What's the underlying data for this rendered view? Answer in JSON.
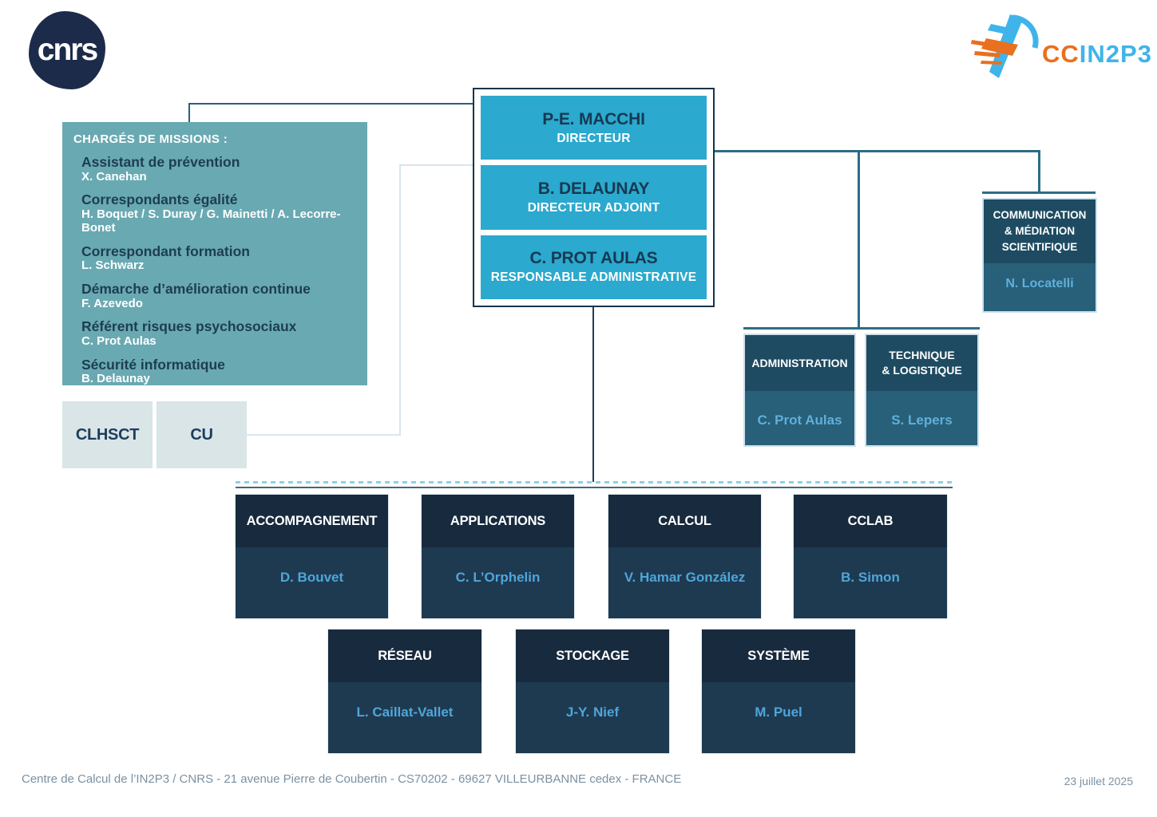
{
  "colors": {
    "cyan": "#2ba9ce",
    "teal": "#69a9b2",
    "navy": "#1b3a52",
    "dept_header": "#1e4b61",
    "dept_body": "#286079",
    "team_header": "#172a3e",
    "team_body": "#1e3a51",
    "name_blue": "#4fa6d9",
    "pale_box": "#d9e5e7",
    "logo_orange": "#e8701f",
    "logo_blue": "#3fb4ea"
  },
  "logos": {
    "cnrs": "cnrs",
    "ccin2p3_cc": "CC",
    "ccin2p3_rest": "IN2P3"
  },
  "direction": {
    "members": [
      {
        "name": "P-E. MACCHI",
        "role": "DIRECTEUR"
      },
      {
        "name": "B. DELAUNAY",
        "role": "DIRECTEUR ADJOINT"
      },
      {
        "name": "C. PROT AULAS",
        "role": "RESPONSABLE ADMINISTRATIVE"
      }
    ]
  },
  "missions": {
    "title": "CHARGÉS DE MISSIONS :",
    "items": [
      {
        "role": "Assistant de prévention",
        "names": "X. Canehan"
      },
      {
        "role": "Correspondants égalité",
        "names": "H. Boquet / S. Duray / G. Mainetti / A. Lecorre-Bonet"
      },
      {
        "role": "Correspondant formation",
        "names": "L. Schwarz"
      },
      {
        "role": "Démarche d’amélioration continue",
        "names": "F. Azevedo"
      },
      {
        "role": "Référent risques psychosociaux",
        "names": "C. Prot Aulas"
      },
      {
        "role": "Sécurité informatique",
        "names": "B. Delaunay"
      }
    ]
  },
  "committees": [
    {
      "label": "CLHSCT"
    },
    {
      "label": "CU"
    }
  ],
  "communication": {
    "title_lines": [
      "COMMUNICATION",
      "& MÉDIATION",
      "SCIENTIFIQUE"
    ],
    "name": "N. Locatelli"
  },
  "support_units": [
    {
      "title_line1": "ADMINISTRATION",
      "title_line2": "",
      "name": "C. Prot Aulas"
    },
    {
      "title_line1": "TECHNIQUE",
      "title_line2": "& LOGISTIQUE",
      "name": "S. Lepers"
    }
  ],
  "teams_row1": [
    {
      "title": "ACCOMPAGNEMENT",
      "name": "D. Bouvet"
    },
    {
      "title": "APPLICATIONS",
      "name": "C. L’Orphelin"
    },
    {
      "title": "CALCUL",
      "name": "V. Hamar González"
    },
    {
      "title": "CCLAB",
      "name": "B. Simon"
    }
  ],
  "teams_row2": [
    {
      "title": "RÉSEAU",
      "name": "L. Caillat-Vallet"
    },
    {
      "title": "STOCKAGE",
      "name": "J-Y. Nief"
    },
    {
      "title": "SYSTÈME",
      "name": "M. Puel"
    }
  ],
  "footer": {
    "address": "Centre de Calcul de l’IN2P3 / CNRS - 21 avenue Pierre de Coubertin - CS70202 - 69627 VILLEURBANNE cedex - FRANCE",
    "date": "23 juillet 2025"
  }
}
